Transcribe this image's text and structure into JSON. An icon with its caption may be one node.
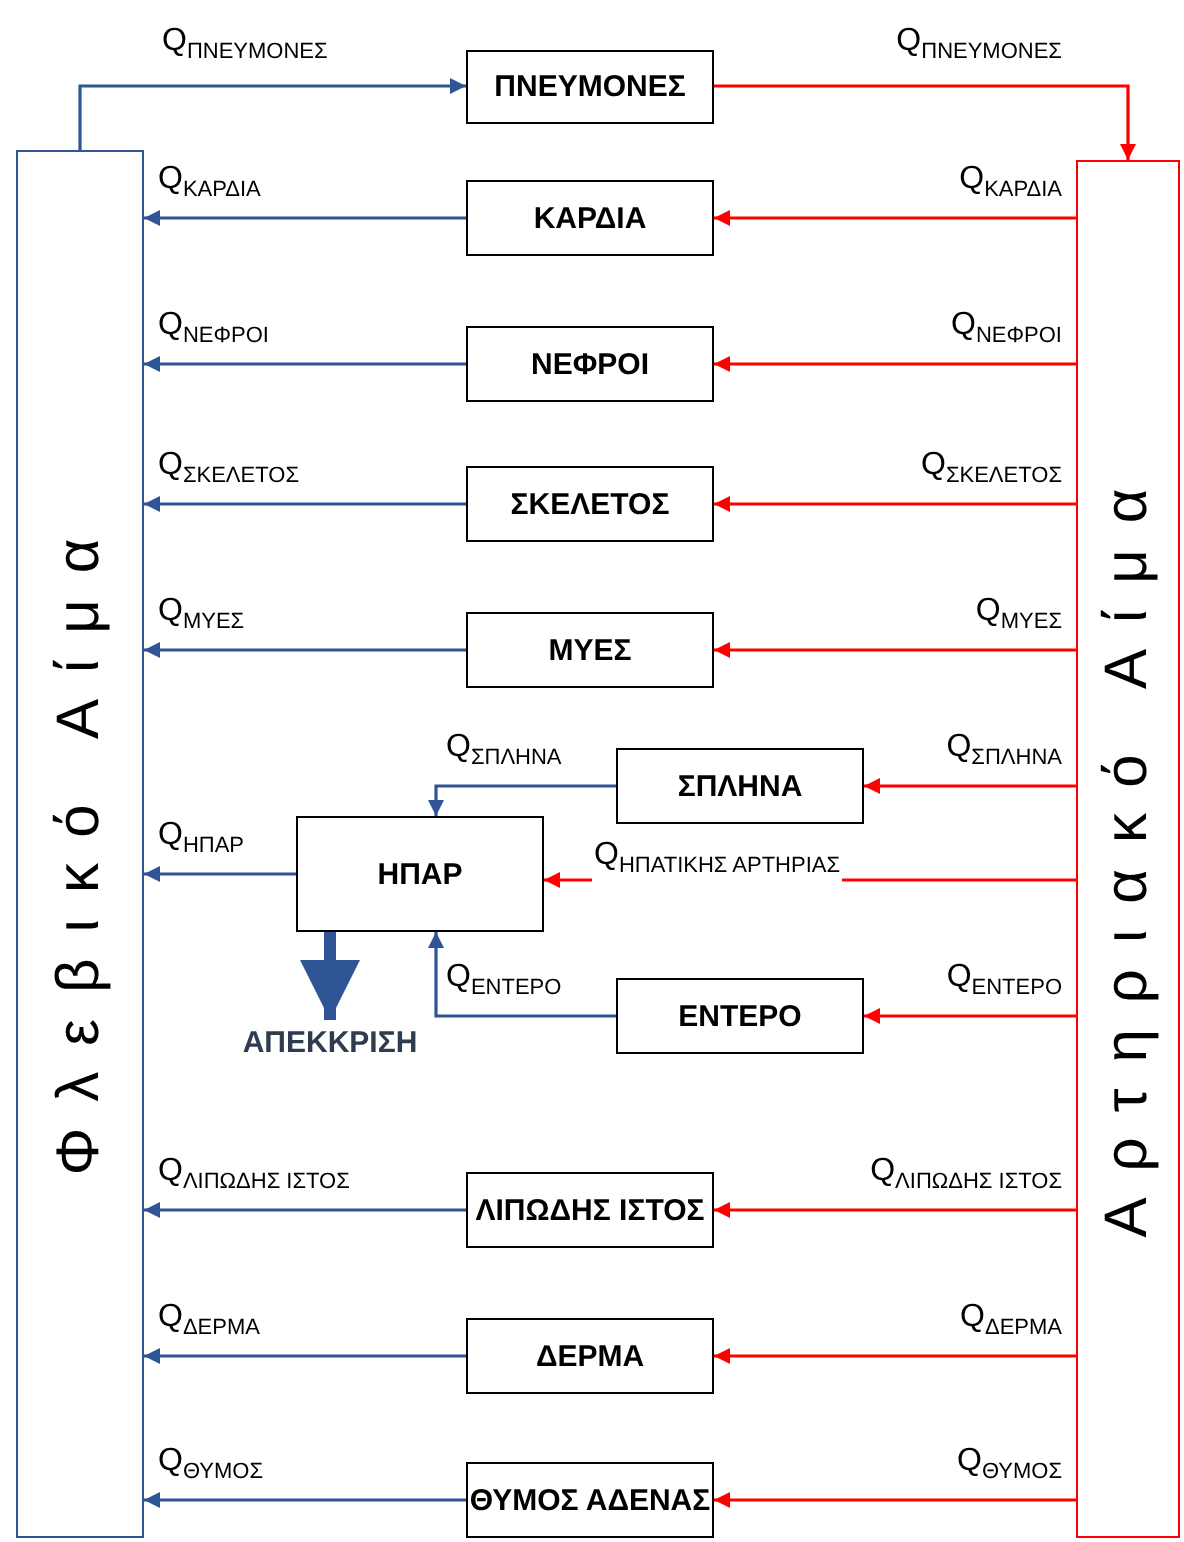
{
  "diagram": {
    "nodes": [
      {
        "text": [
          "Φλεβικό Αίμα"
        ]
      },
      {
        "text": [
          "Αρτηριακό Αίμα"
        ]
      },
      {
        "text": [
          "ΠΝΕΥΜΟΝΕΣ"
        ]
      },
      {
        "text": [
          "ΚΑΡΔΙΑ"
        ]
      },
      {
        "text": [
          "ΝΕΦΡΟΙ"
        ]
      },
      {
        "text": [
          "ΣΚΕΛΕΤΟΣ"
        ]
      },
      {
        "text": [
          "ΜΥΕΣ"
        ]
      },
      {
        "text": [
          "ΣΠΛΗΝΑ"
        ]
      },
      {
        "text": [
          "ΗΠΑΡ"
        ]
      },
      {
        "text": [
          "ΕΝΤΕΡΟ"
        ]
      },
      {
        "text": [
          "ΛΙΠΩΔΗΣ ΙΣΤΟΣ"
        ]
      },
      {
        "text": [
          "ΔΕΡΜΑ"
        ]
      },
      {
        "text": [
          "ΘΥΜΟΣ ΑΔΕΝΑΣ"
        ]
      },
      {
        "text": [
          "ΑΠΕΚΚΡΙΣΗ"
        ]
      }
    ],
    "edges": [
      {
        "from": 0,
        "to": 2,
        "arrow": "to",
        "label": "Q$_{ΠΝΕΥΜΟΝΕΣ}$",
        "color": "#2f5597"
      },
      {
        "from": 2,
        "to": 1,
        "arrow": "to",
        "label": "Q$_{ΠΝΕΥΜΟΝΕΣ}$",
        "color": "#ff0000"
      },
      {
        "from": 1,
        "to": 3,
        "arrow": "to",
        "label": "Q$_{ΚΑΡΔΙΑ}$",
        "color": "#ff0000"
      },
      {
        "from": 3,
        "to": 0,
        "arrow": "to",
        "label": "Q$_{ΚΑΡΔΙΑ}$",
        "color": "#2f5597"
      },
      {
        "from": 1,
        "to": 4,
        "arrow": "to",
        "label": "Q$_{ΝΕΦΡΟΙ}$",
        "color": "#ff0000"
      },
      {
        "from": 4,
        "to": 0,
        "arrow": "to",
        "label": "Q$_{ΝΕΦΡΟΙ}$",
        "color": "#2f5597"
      },
      {
        "from": 1,
        "to": 5,
        "arrow": "to",
        "label": "Q$_{ΣΚΕΛΕΤΟΣ}$",
        "color": "#ff0000"
      },
      {
        "from": 5,
        "to": 0,
        "arrow": "to",
        "label": "Q$_{ΣΚΕΛΕΤΟΣ}$",
        "color": "#2f5597"
      },
      {
        "from": 1,
        "to": 6,
        "arrow": "to",
        "label": "Q$_{ΜΥΕΣ}$",
        "color": "#ff0000"
      },
      {
        "from": 6,
        "to": 0,
        "arrow": "to",
        "label": "Q$_{ΜΥΕΣ}$",
        "color": "#2f5597"
      },
      {
        "from": 1,
        "to": 7,
        "arrow": "to",
        "label": "Q$_{ΣΠΛΗΝΑ}$",
        "color": "#ff0000"
      },
      {
        "from": 7,
        "to": 8,
        "arrow": "to",
        "label": "Q$_{ΣΠΛΗΝΑ}$",
        "color": "#2f5597"
      },
      {
        "from": 1,
        "to": 8,
        "arrow": "to",
        "label": "Q$_{ΗΠΑΤΙΚΗΣ ΑΡΤΗΡΙΑΣ}$",
        "color": "#ff0000"
      },
      {
        "from": 8,
        "to": 0,
        "arrow": "to",
        "label": "Q$_{ΗΠΑΡ}$",
        "color": "#2f5597"
      },
      {
        "from": 1,
        "to": 9,
        "arrow": "to",
        "label": "Q$_{ΕΝΤΕΡΟ}$",
        "color": "#ff0000"
      },
      {
        "from": 9,
        "to": 8,
        "arrow": "to",
        "label": "Q$_{ΕΝΤΕΡΟ}$",
        "color": "#2f5597"
      },
      {
        "from": 8,
        "to": 13,
        "arrow": "to",
        "style": "thick",
        "color": "#2f5597"
      },
      {
        "from": 1,
        "to": 10,
        "arrow": "to",
        "label": "Q$_{ΛΙΠΩΔΗΣ ΙΣΤΟΣ}$",
        "color": "#ff0000"
      },
      {
        "from": 10,
        "to": 0,
        "arrow": "to",
        "label": "Q$_{ΛΙΠΩΔΗΣ ΙΣΤΟΣ}$",
        "color": "#2f5597"
      },
      {
        "from": 1,
        "to": 11,
        "arrow": "to",
        "label": "Q$_{ΔΕΡΜΑ}$",
        "color": "#ff0000"
      },
      {
        "from": 11,
        "to": 0,
        "arrow": "to",
        "label": "Q$_{ΔΕΡΜΑ}$",
        "color": "#2f5597"
      },
      {
        "from": 1,
        "to": 12,
        "arrow": "to",
        "label": "Q$_{ΘΥΜΟΣ}$",
        "color": "#ff0000"
      },
      {
        "from": 12,
        "to": 0,
        "arrow": "to",
        "label": "Q$_{ΘΥΜΟΣ}$",
        "color": "#2f5597"
      }
    ]
  }
}
